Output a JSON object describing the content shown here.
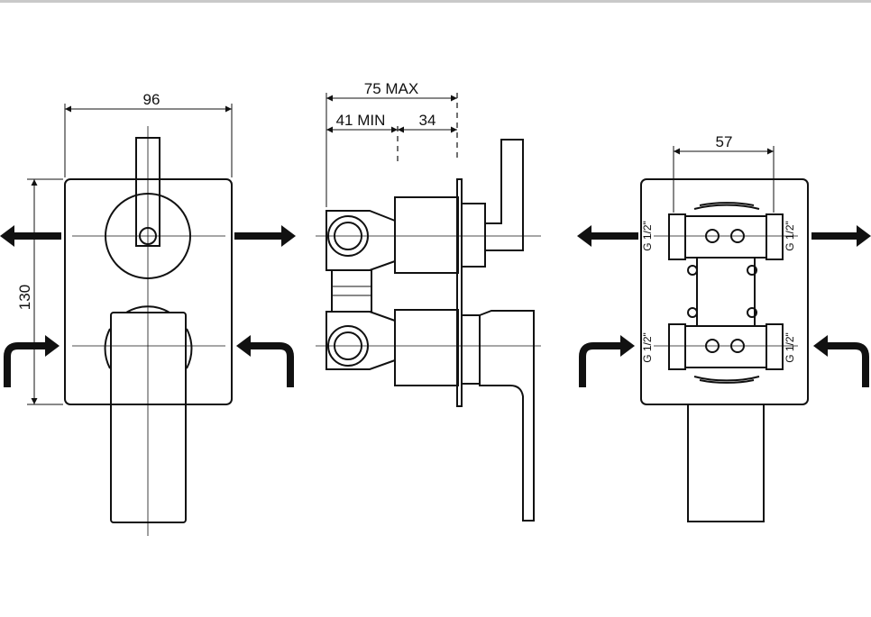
{
  "dimensions": {
    "width_96": "96",
    "height_130": "130",
    "depth_max": "75 MAX",
    "depth_min": "41 MIN",
    "depth_34": "34",
    "spacing_57": "57"
  },
  "threads": {
    "top_left": "G 1/2\"",
    "top_right": "G 1/2\"",
    "bottom_left": "G 1/2\"",
    "bottom_right": "G 1/2\""
  },
  "colors": {
    "line": "#111111",
    "background": "#ffffff",
    "frame": "#c9c9c9"
  }
}
